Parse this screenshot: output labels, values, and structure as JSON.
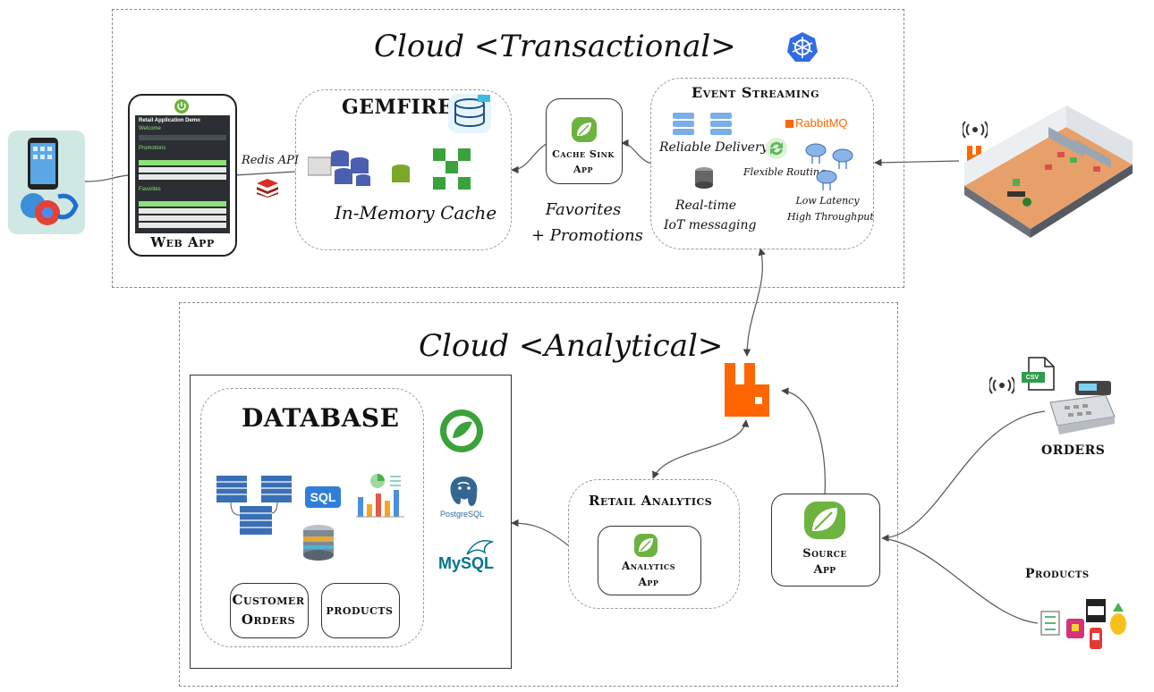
{
  "transactional": {
    "title": "Cloud <Transactional>",
    "web_app": {
      "label": "Web App",
      "screen_title": "Retail Application Demo",
      "screen_sub": "Welcome",
      "screen_promotions": "Promotions",
      "screen_favorites": "Favorites"
    },
    "redis_api_label": "Redis API",
    "gemfire": {
      "title": "GEMFIRE",
      "subtitle": "In-Memory Cache"
    },
    "cache_sink": {
      "label_line1": "Cache Sink",
      "label_line2": "App"
    },
    "favorites_label_line1": "Favorites",
    "favorites_label_line2": "+ Promotions",
    "event_streaming": {
      "title": "Event Streaming",
      "reliable_delivery": "Reliable Delivery",
      "rabbitmq": "RabbitMQ",
      "flexible_routing": "Flexible Routing",
      "realtime_line1": "Real-time",
      "realtime_line2": "IoT messaging",
      "low_latency_line1": "Low Latency",
      "low_latency_line2": "High Throughput"
    }
  },
  "analytical": {
    "title": "Cloud <Analytical>",
    "database": {
      "title": "DATABASE",
      "sql_badge": "SQL",
      "customer_orders_line1": "Customer",
      "customer_orders_line2": "Orders",
      "products": "products"
    },
    "postgres_label": "PostgreSQL",
    "mysql_label": "MySQL",
    "retail_analytics": {
      "title": "Retail Analytics",
      "app_line1": "Analytics",
      "app_line2": "App"
    },
    "source_app": {
      "line1": "Source",
      "line2": "App"
    }
  },
  "external": {
    "orders_label": "ORDERS",
    "products_label": "Products",
    "csv_badge": "CSV"
  },
  "colors": {
    "spring_green": "#6db33f",
    "rabbitmq_orange": "#ff6600",
    "k8s_blue": "#326ce5",
    "redis_red": "#d82c20",
    "db_blue": "#3a6fb5"
  }
}
